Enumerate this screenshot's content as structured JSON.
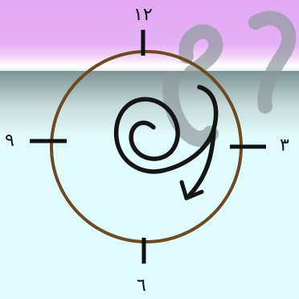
{
  "clock": {
    "numerals": {
      "top": "١٢",
      "right": "٣",
      "bottom": "٦",
      "left": "٩"
    }
  },
  "colors": {
    "rim": "#6b4a24",
    "tick": "#111111",
    "spiral": "#151515",
    "watermark": "#8f9a9c",
    "band_top": "#e0a8f4",
    "band_bottom": "#e0fbfc"
  },
  "icons": {
    "spiral": "rotation-spiral-arrow-icon",
    "watermark": "arabic-script-watermark"
  }
}
